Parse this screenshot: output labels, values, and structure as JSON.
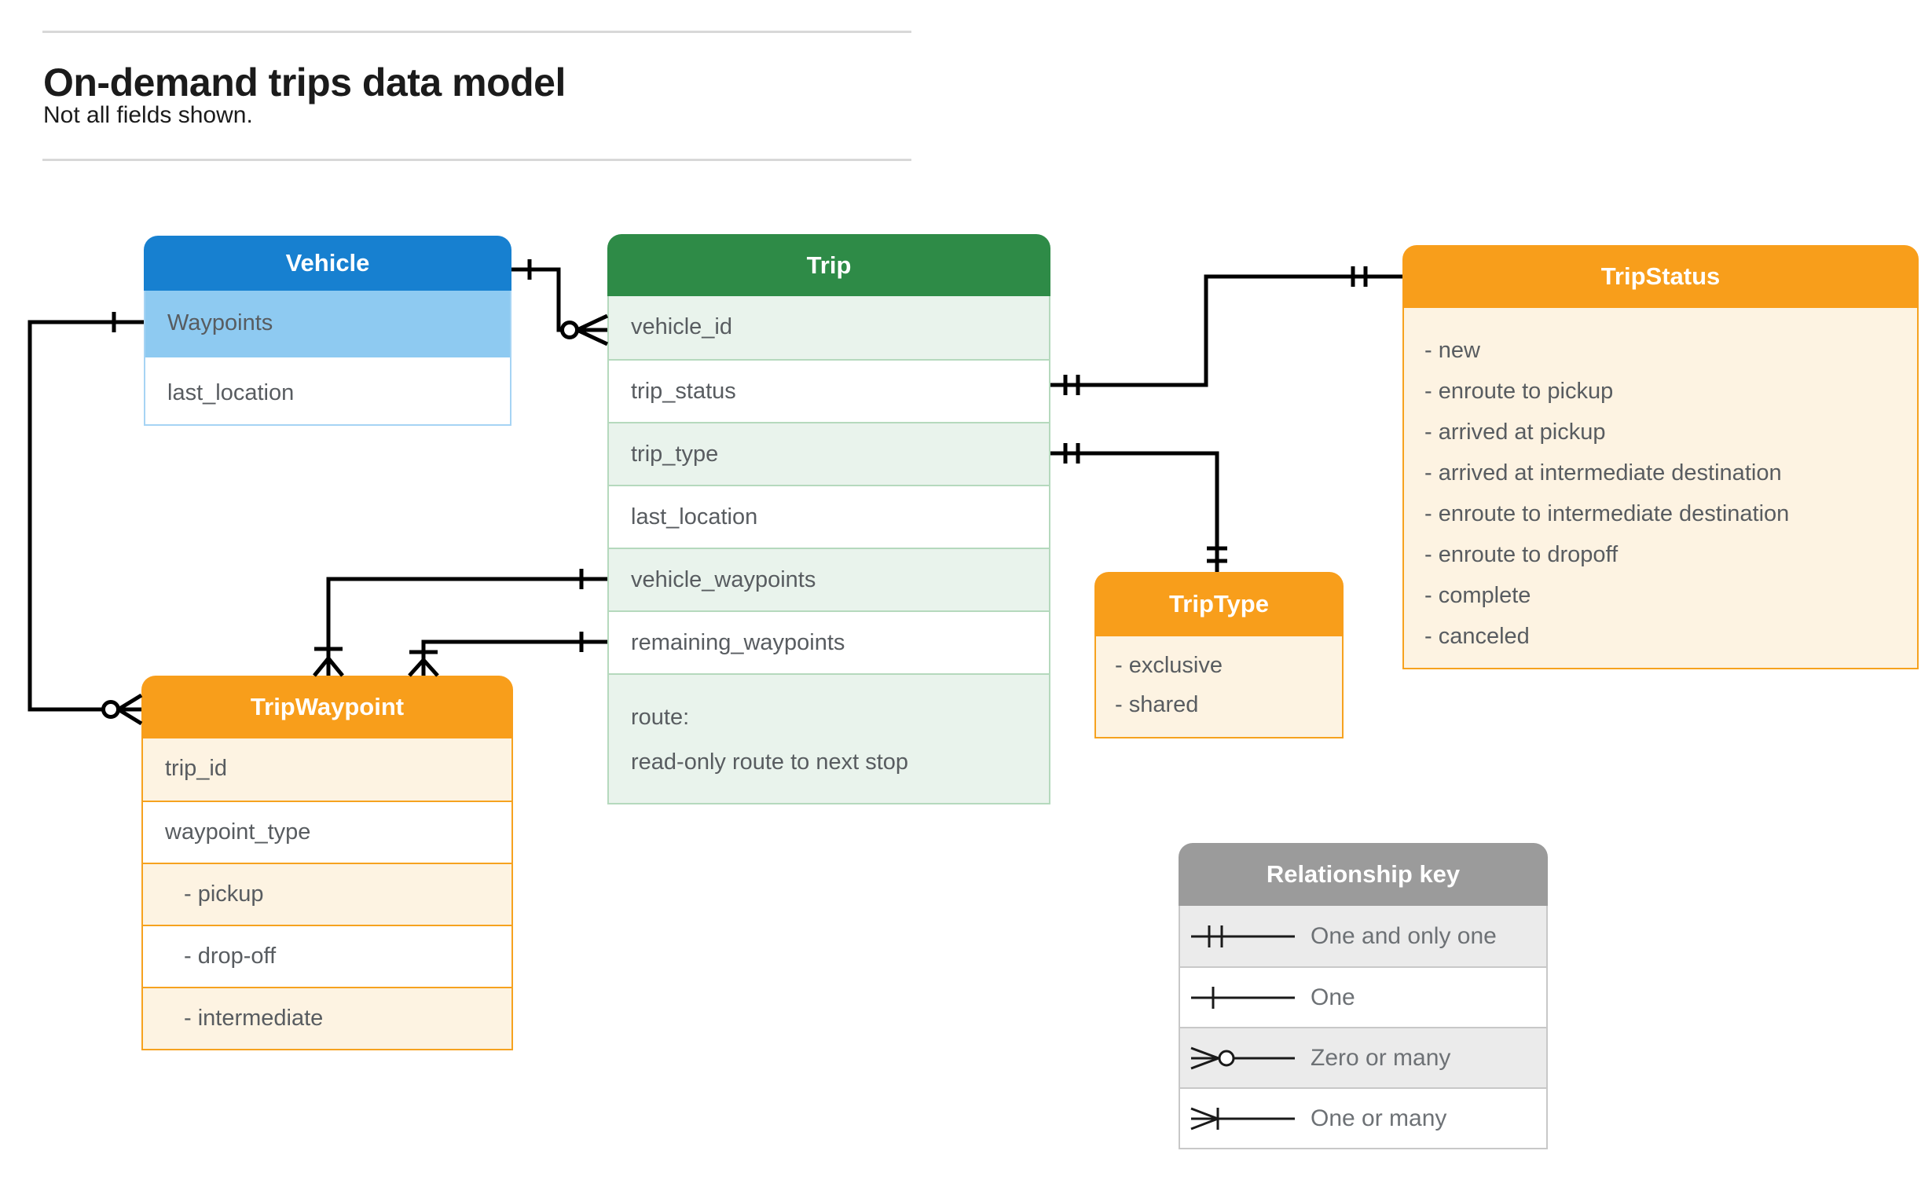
{
  "page": {
    "title": "On-demand trips data model",
    "subtitle": "Not all fields shown."
  },
  "colors": {
    "vehicle_header": "#1780d0",
    "vehicle_highlight_row": "#8ecaf1",
    "trip_header": "#2e8b47",
    "trip_row_tint": "#e9f3ec",
    "orange_header": "#f89e1b",
    "orange_row_tint": "#fdf3e2",
    "legend_header": "#9b9b9b",
    "legend_row_tint": "#ebebeb",
    "connector": "#000000",
    "field_text": "#585c60"
  },
  "entities": {
    "vehicle": {
      "title": "Vehicle",
      "fields": [
        "Waypoints",
        "last_location"
      ]
    },
    "trip": {
      "title": "Trip",
      "fields": [
        "vehicle_id",
        "trip_status",
        "trip_type",
        "last_location",
        "vehicle_waypoints",
        "remaining_waypoints"
      ],
      "route_field": {
        "line1": "route:",
        "line2": "read-only route to next stop"
      }
    },
    "trip_status": {
      "title": "TripStatus",
      "values": [
        "- new",
        "- enroute to pickup",
        "- arrived at pickup",
        "- arrived at intermediate destination",
        "- enroute to intermediate destination",
        "- enroute to dropoff",
        "- complete",
        "- canceled"
      ]
    },
    "trip_type": {
      "title": "TripType",
      "values": [
        "- exclusive",
        "- shared"
      ]
    },
    "trip_waypoint": {
      "title": "TripWaypoint",
      "fields": [
        "trip_id",
        "waypoint_type",
        "- pickup",
        "- drop-off",
        "- intermediate"
      ]
    }
  },
  "legend": {
    "title": "Relationship key",
    "rows": [
      {
        "symbol": "one-and-only-one",
        "label": "One and only one"
      },
      {
        "symbol": "one",
        "label": "One"
      },
      {
        "symbol": "zero-or-many",
        "label": "Zero or many"
      },
      {
        "symbol": "one-or-many",
        "label": "One or many"
      }
    ]
  }
}
